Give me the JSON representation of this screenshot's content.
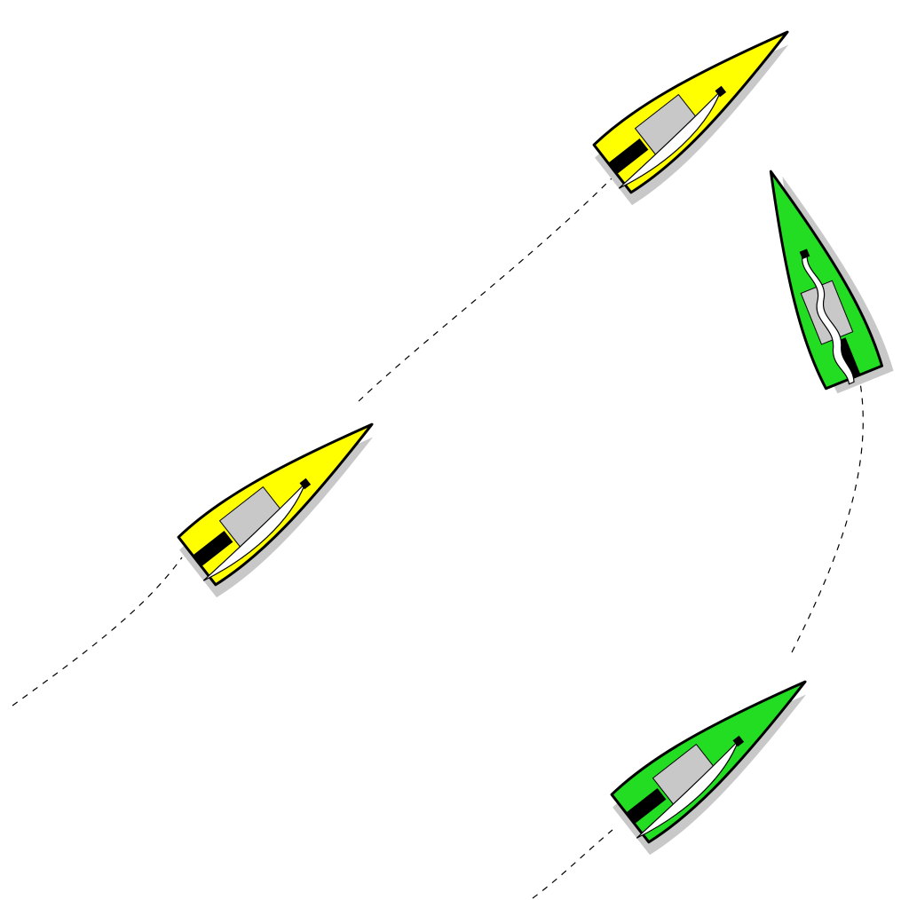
{
  "scene": {
    "background": "#ffffff",
    "boats": [
      {
        "name": "yellow-boat-upper",
        "color": "#ffff00",
        "sail": "starboard"
      },
      {
        "name": "yellow-boat-lower",
        "color": "#ffff00",
        "sail": "starboard"
      },
      {
        "name": "green-boat-upper",
        "color": "#22dd22",
        "sail": "luffing"
      },
      {
        "name": "green-boat-lower",
        "color": "#22dd22",
        "sail": "starboard"
      }
    ],
    "tracks": [
      {
        "name": "yellow-track",
        "style": "dashed"
      },
      {
        "name": "green-track",
        "style": "dashed"
      }
    ]
  }
}
